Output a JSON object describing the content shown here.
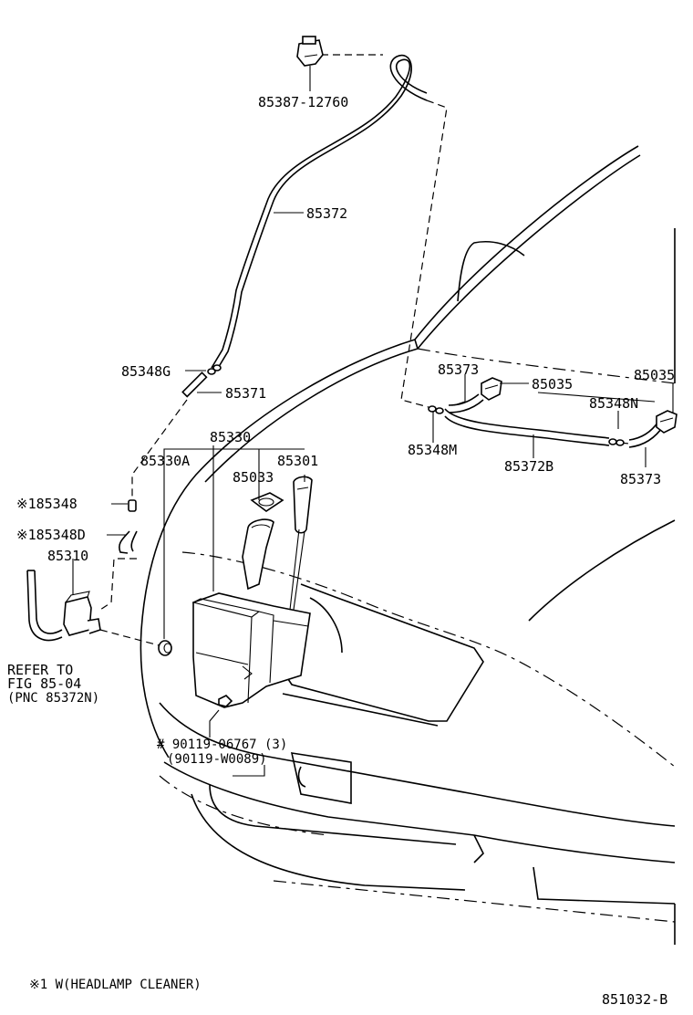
{
  "labels": {
    "p85387": "85387-12760",
    "p85372": "85372",
    "p85348G": "85348G",
    "p85371": "85371",
    "p85373a": "85373",
    "p85035a": "85035",
    "p85035b": "85035",
    "p85348N": "85348N",
    "p85348M": "85348M",
    "p85372B": "85372B",
    "p85373b": "85373",
    "p85330": "85330",
    "p85330A": "85330A",
    "p85301": "85301",
    "p85033": "85033",
    "p185348": "※185348",
    "p185348D": "※185348D",
    "p85310": "85310",
    "refer1": "REFER TO",
    "refer2": "FIG 85-04",
    "refer3": "(PNC 85372N)",
    "bolt1": "# 90119-06767 (3)",
    "bolt2": "(90119-W0089)"
  },
  "footnote": "※1 W(HEADLAMP CLEANER)",
  "figure_id": "851032-B"
}
